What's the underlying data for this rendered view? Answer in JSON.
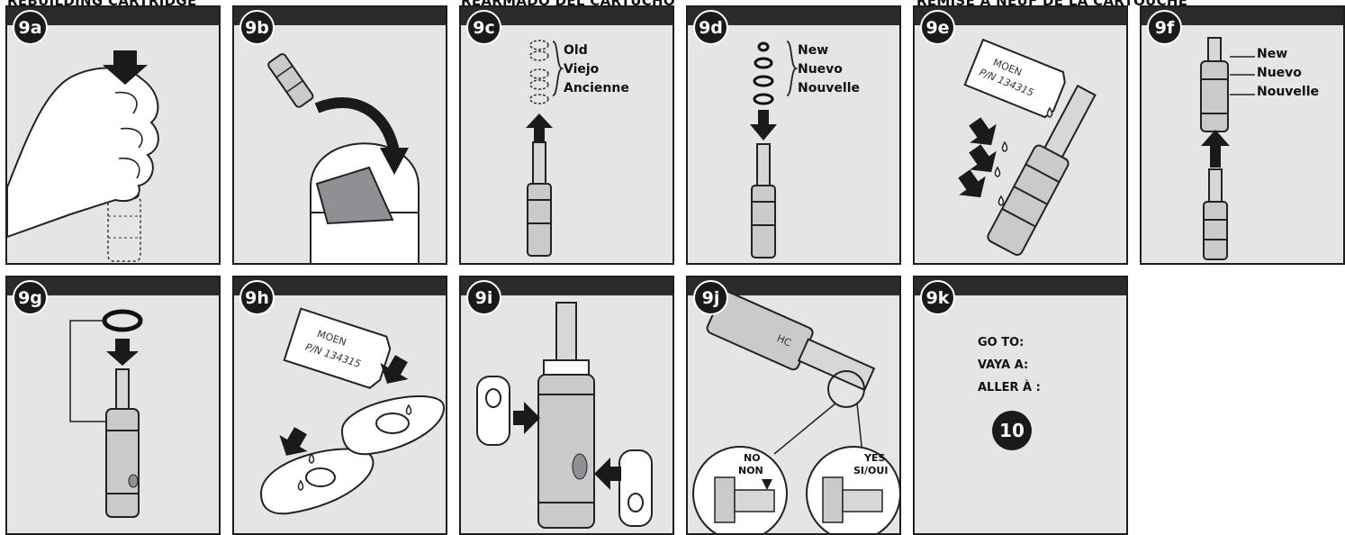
{
  "headers": [
    "REBUILDING CARTRIDGE",
    "REARMADO DEL CARTUCHO",
    "REMISE À NEUF DE LA CARTOUCHE"
  ],
  "steps": {
    "a": "9a",
    "b": "9b",
    "c": "9c",
    "d": "9d",
    "e": "9e",
    "f": "9f",
    "g": "9g",
    "h": "9h",
    "i": "9i",
    "j": "9j",
    "k": "9k"
  },
  "old_labels": [
    "Old",
    "Viejo",
    "Ancienne"
  ],
  "new_labels": [
    "New",
    "Nuevo",
    "Nouvelle"
  ],
  "grease_tag": [
    "MOEN",
    "P/N 134315"
  ],
  "compare": {
    "bad": [
      "NO",
      "NON"
    ],
    "good": [
      "YES",
      "SI/OUI"
    ],
    "marking": "HC"
  },
  "goto": {
    "lines": [
      "GO TO:",
      "VAYA A:",
      "ALLER À :"
    ],
    "step": "10"
  }
}
